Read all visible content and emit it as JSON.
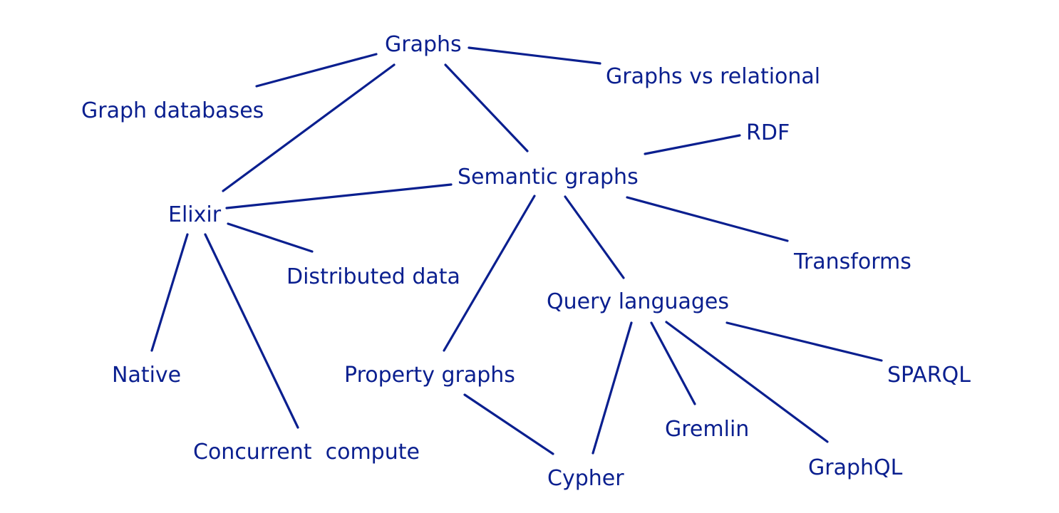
{
  "theme": {
    "ink_color": "#0a1f8f",
    "background": "#ffffff"
  },
  "nodes": {
    "graphs": "Graphs",
    "graphs_vs_relational": "Graphs vs relational",
    "graph_databases": "Graph databases",
    "rdf": "RDF",
    "semantic_graphs": "Semantic graphs",
    "elixir": "Elixir",
    "distributed_data": "Distributed data",
    "transforms": "Transforms",
    "query_languages": "Query languages",
    "native": "Native",
    "property_graphs": "Property graphs",
    "sparql": "SPARQL",
    "gremlin": "Gremlin",
    "concurrent_compute": "Concurrent  compute",
    "graphql": "GraphQL",
    "cypher": "Cypher"
  },
  "edges": [
    [
      "graphs",
      "graphs_vs_relational"
    ],
    [
      "graphs",
      "graph_databases"
    ],
    [
      "graphs",
      "elixir"
    ],
    [
      "graphs",
      "semantic_graphs"
    ],
    [
      "semantic_graphs",
      "rdf"
    ],
    [
      "semantic_graphs",
      "elixir"
    ],
    [
      "semantic_graphs",
      "transforms"
    ],
    [
      "semantic_graphs",
      "property_graphs"
    ],
    [
      "semantic_graphs",
      "query_languages"
    ],
    [
      "elixir",
      "distributed_data"
    ],
    [
      "elixir",
      "native"
    ],
    [
      "elixir",
      "concurrent_compute"
    ],
    [
      "property_graphs",
      "cypher"
    ],
    [
      "query_languages",
      "cypher"
    ],
    [
      "query_languages",
      "gremlin"
    ],
    [
      "query_languages",
      "graphql"
    ],
    [
      "query_languages",
      "sparql"
    ]
  ]
}
